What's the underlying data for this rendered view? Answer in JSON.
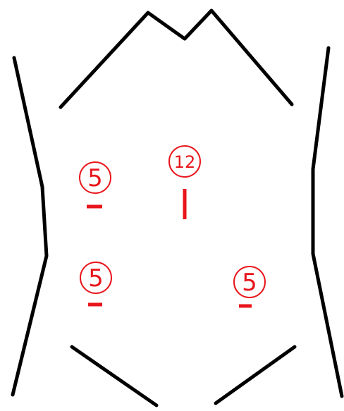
{
  "diagram": {
    "outline_color": "#000000",
    "marker_color": "#e8151b",
    "ports": [
      {
        "id": "port-left-upper",
        "size_label": "5",
        "incision": "horizontal"
      },
      {
        "id": "port-center",
        "size_label": "12",
        "incision": "vertical"
      },
      {
        "id": "port-left-lower",
        "size_label": "5",
        "incision": "horizontal"
      },
      {
        "id": "port-right-lower",
        "size_label": "5",
        "incision": "horizontal"
      }
    ]
  }
}
